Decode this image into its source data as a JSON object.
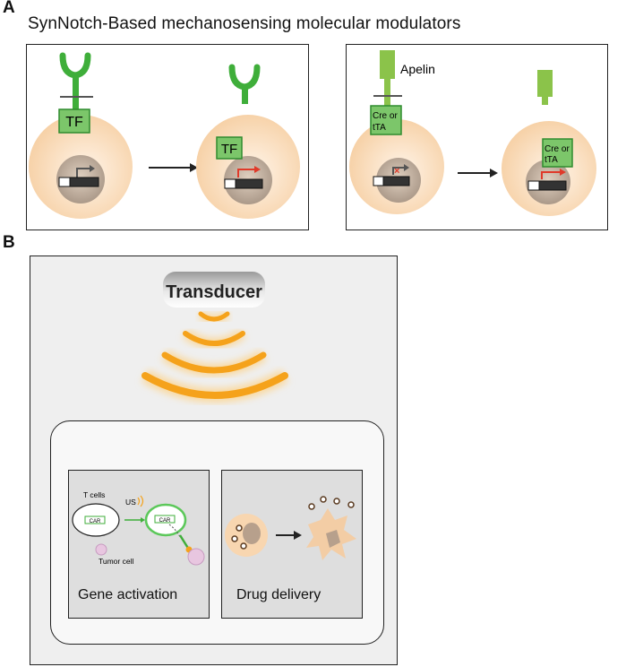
{
  "panelA": {
    "letter": "A",
    "title": "SynNotch-Based mechanosensing molecular modulators",
    "left": {
      "tf_label": "TF"
    },
    "right": {
      "apelin_label": "Apelin",
      "cre_line1": "Cre or",
      "cre_line2": "tTA"
    }
  },
  "panelB": {
    "letter": "B",
    "transducer_label": "Transducer",
    "gene": {
      "caption": "Gene activation",
      "tcells": "T cells",
      "us": "US",
      "car": "CAR",
      "tumor": "Tumor cell"
    },
    "drug": {
      "caption": "Drug delivery"
    }
  },
  "colors": {
    "cell": "#f8d6b0",
    "receptor": "#3fae3a",
    "tf_fill": "#7cc66a",
    "arrow_red": "#e03a2a",
    "wave": "#f5a21b",
    "panel_bg": "#efefef",
    "inner_bg": "#dedede"
  }
}
